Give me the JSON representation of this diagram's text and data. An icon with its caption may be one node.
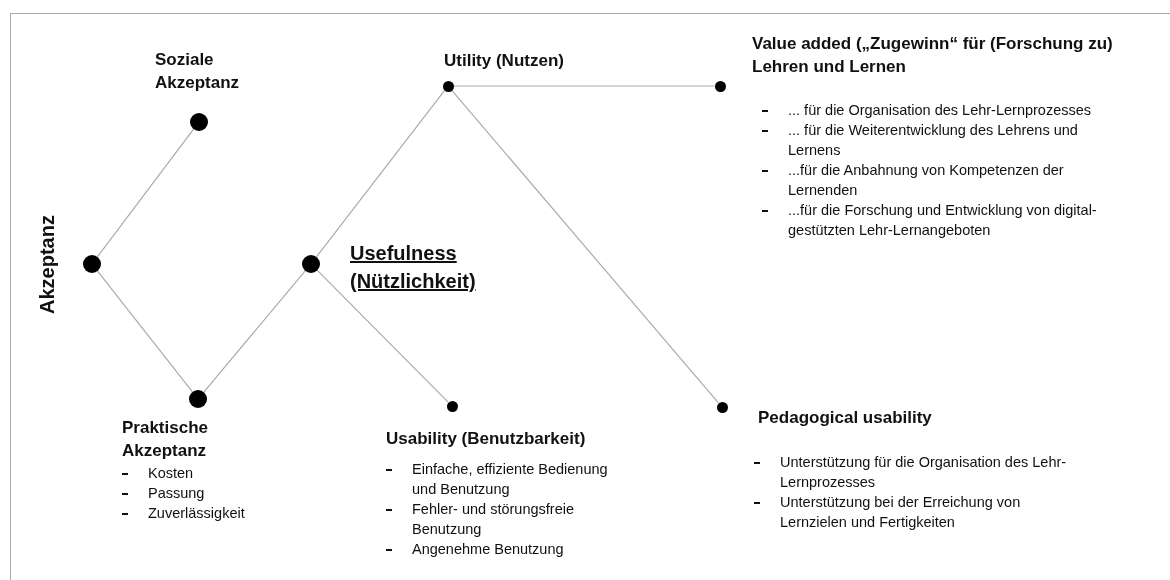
{
  "diagram": {
    "nodes": [
      {
        "text": [],
        "shape": "circle",
        "beside": [
          "Akzeptanz"
        ]
      },
      {
        "text": [],
        "shape": "circle",
        "beside": [
          "Soziale Akzeptanz"
        ]
      },
      {
        "text": [],
        "shape": "circle",
        "beside": [
          "Praktische Akzeptanz",
          "Kosten",
          "Passung",
          "Zuverlässigkeit"
        ]
      },
      {
        "text": [],
        "shape": "circle",
        "beside": [
          "Usefulness (Nützlichkeit)"
        ]
      },
      {
        "text": [],
        "shape": "circle",
        "beside": [
          "Utility (Nutzen)"
        ]
      },
      {
        "text": [],
        "shape": "circle",
        "beside": [
          "Usability (Benutzbarkeit)",
          "Einfache, effiziente Bedienung und Benutzung",
          "Fehler- und störungsfreie Benutzung",
          "Angenehme Benutzung"
        ]
      },
      {
        "text": [],
        "shape": "circle",
        "beside": [
          "Value added („Zugewinn“ für (Forschung zu) Lehren und Lernen",
          "... für die Organisation des Lehr-Lernprozesses",
          "... für die Weiterentwicklung des Lehrens und Lernens",
          "...für die Anbahnung von Kompetenzen der Lernenden",
          "...für die Forschung und Entwicklung von digital-gestützten Lehr-Lernangeboten"
        ]
      },
      {
        "text": [],
        "shape": "circle",
        "beside": [
          "Pedagogical usability",
          "Unterstützung für die Organisation des Lehr-Lernprozesses",
          "Unterstützung bei der Erreichung von Lernzielen und Fertigkeiten"
        ]
      }
    ],
    "edges": [
      {
        "from": 0,
        "to": 1,
        "arrow": "none"
      },
      {
        "from": 0,
        "to": 2,
        "arrow": "none"
      },
      {
        "from": 2,
        "to": 3,
        "arrow": "none"
      },
      {
        "from": 3,
        "to": 4,
        "arrow": "none"
      },
      {
        "from": 3,
        "to": 5,
        "arrow": "none"
      },
      {
        "from": 4,
        "to": 6,
        "arrow": "none"
      },
      {
        "from": 4,
        "to": 7,
        "arrow": "none"
      }
    ]
  }
}
